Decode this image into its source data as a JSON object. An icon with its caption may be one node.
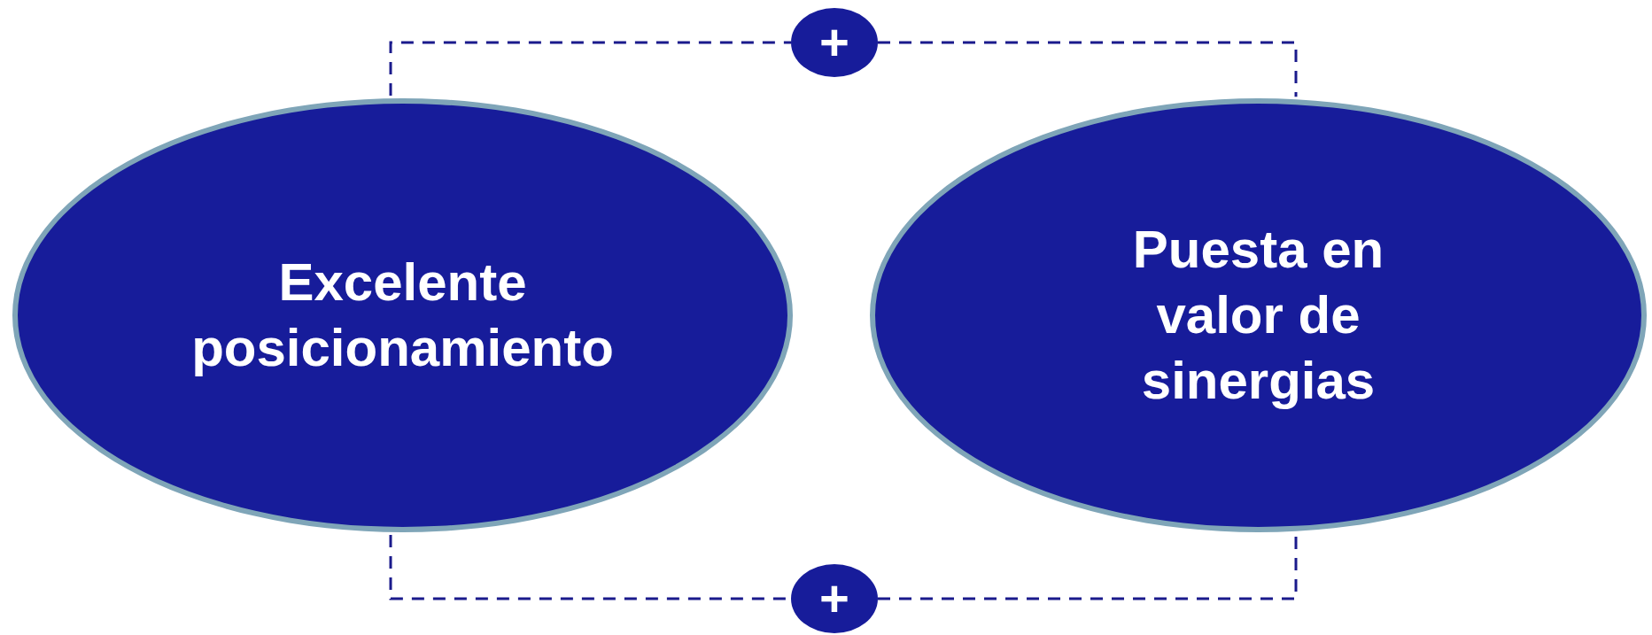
{
  "diagram": {
    "nodes": [
      {
        "text": [
          "Excelente posicionamiento"
        ]
      },
      {
        "text": [
          "Puesta en valor de sinergias"
        ]
      },
      {
        "text": [
          "+"
        ]
      },
      {
        "text": [
          "+"
        ]
      }
    ],
    "edges": [
      {
        "from": 0,
        "to": 2,
        "arrow": "none",
        "style": "dashed"
      },
      {
        "from": 2,
        "to": 1,
        "arrow": "none",
        "style": "dashed"
      },
      {
        "from": 0,
        "to": 3,
        "arrow": "none",
        "style": "dashed"
      },
      {
        "from": 3,
        "to": 1,
        "arrow": "none",
        "style": "dashed"
      }
    ]
  }
}
